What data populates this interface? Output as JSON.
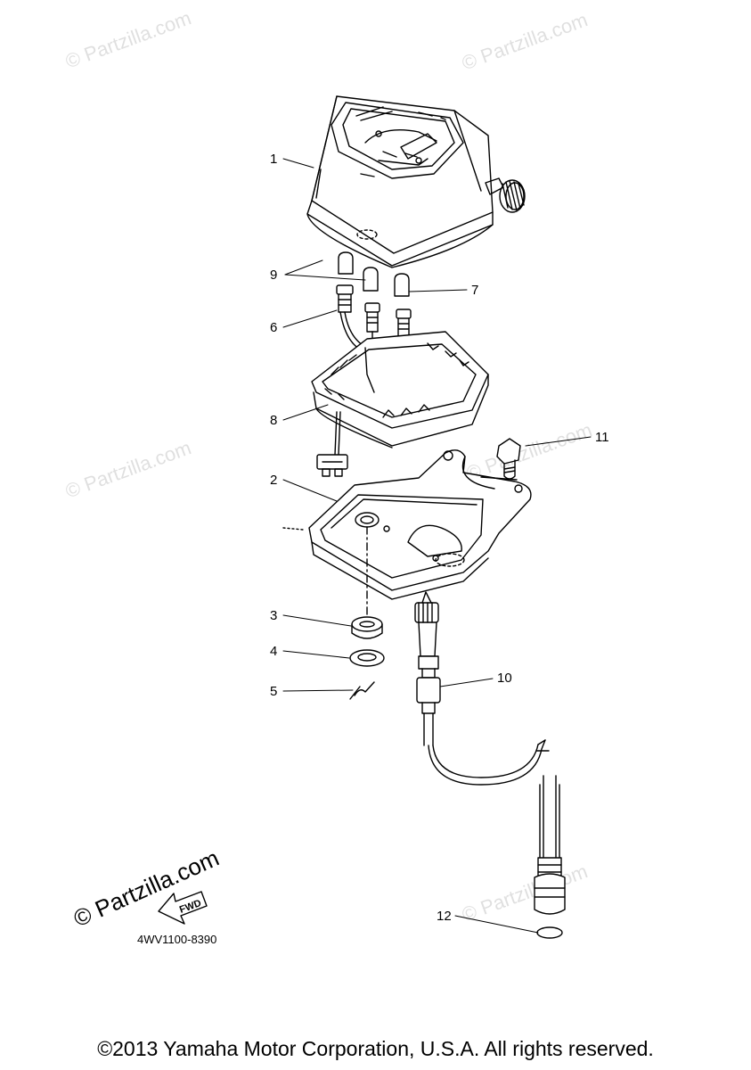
{
  "watermark_text": "© Partzilla.com",
  "logo_watermark_text": "© Partzilla.com",
  "fwd_label": "FWD",
  "part_code": "4WV1100-8390",
  "copyright": "©2013 Yamaha Motor Corporation, U.S.A. All rights reserved.",
  "callouts": [
    {
      "id": "c1",
      "label": "1"
    },
    {
      "id": "c2",
      "label": "2"
    },
    {
      "id": "c3",
      "label": "3"
    },
    {
      "id": "c4",
      "label": "4"
    },
    {
      "id": "c5",
      "label": "5"
    },
    {
      "id": "c6",
      "label": "6"
    },
    {
      "id": "c7",
      "label": "7"
    },
    {
      "id": "c8",
      "label": "8"
    },
    {
      "id": "c9",
      "label": "9"
    },
    {
      "id": "c10",
      "label": "10"
    },
    {
      "id": "c11",
      "label": "11"
    },
    {
      "id": "c12",
      "label": "12"
    }
  ]
}
